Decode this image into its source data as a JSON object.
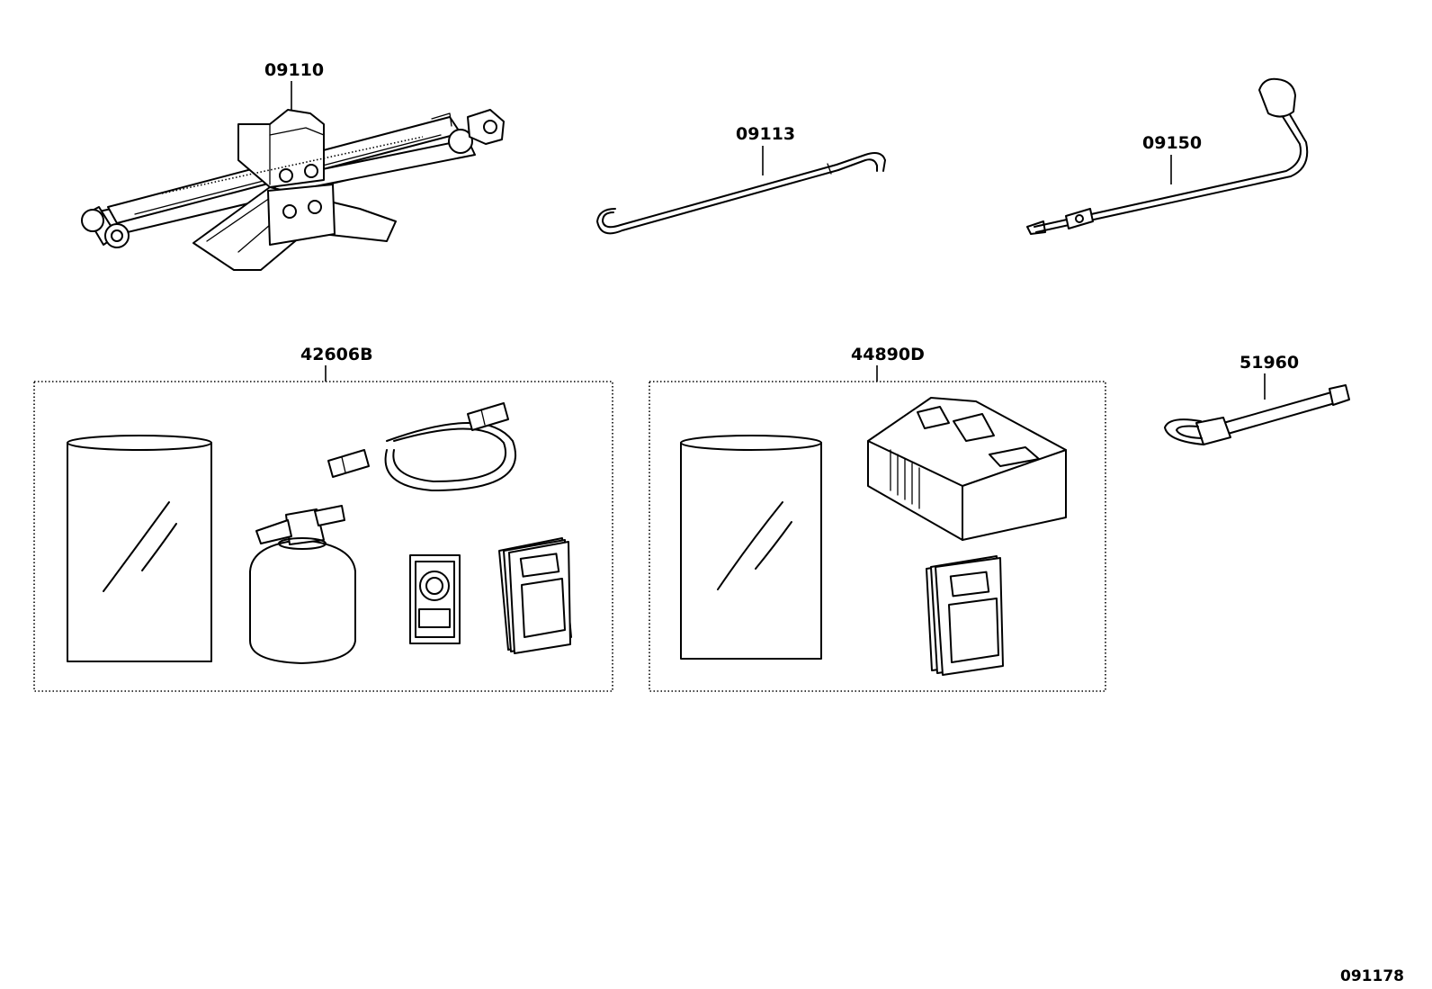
{
  "diagram": {
    "parts": [
      {
        "id": "jack",
        "label": "09110",
        "icon": "scissor-jack-icon"
      },
      {
        "id": "jack_handle",
        "label": "09113",
        "icon": "jack-handle-icon"
      },
      {
        "id": "lug_wrench",
        "label": "09150",
        "icon": "lug-wrench-icon"
      },
      {
        "id": "repair_kit",
        "label": "42606B",
        "icon": "tire-repair-kit-icon"
      },
      {
        "id": "compressor_kit",
        "label": "44890D",
        "icon": "compressor-kit-icon"
      },
      {
        "id": "towing_eye",
        "label": "51960",
        "icon": "towing-eye-icon"
      }
    ],
    "figure_number": "091178"
  }
}
